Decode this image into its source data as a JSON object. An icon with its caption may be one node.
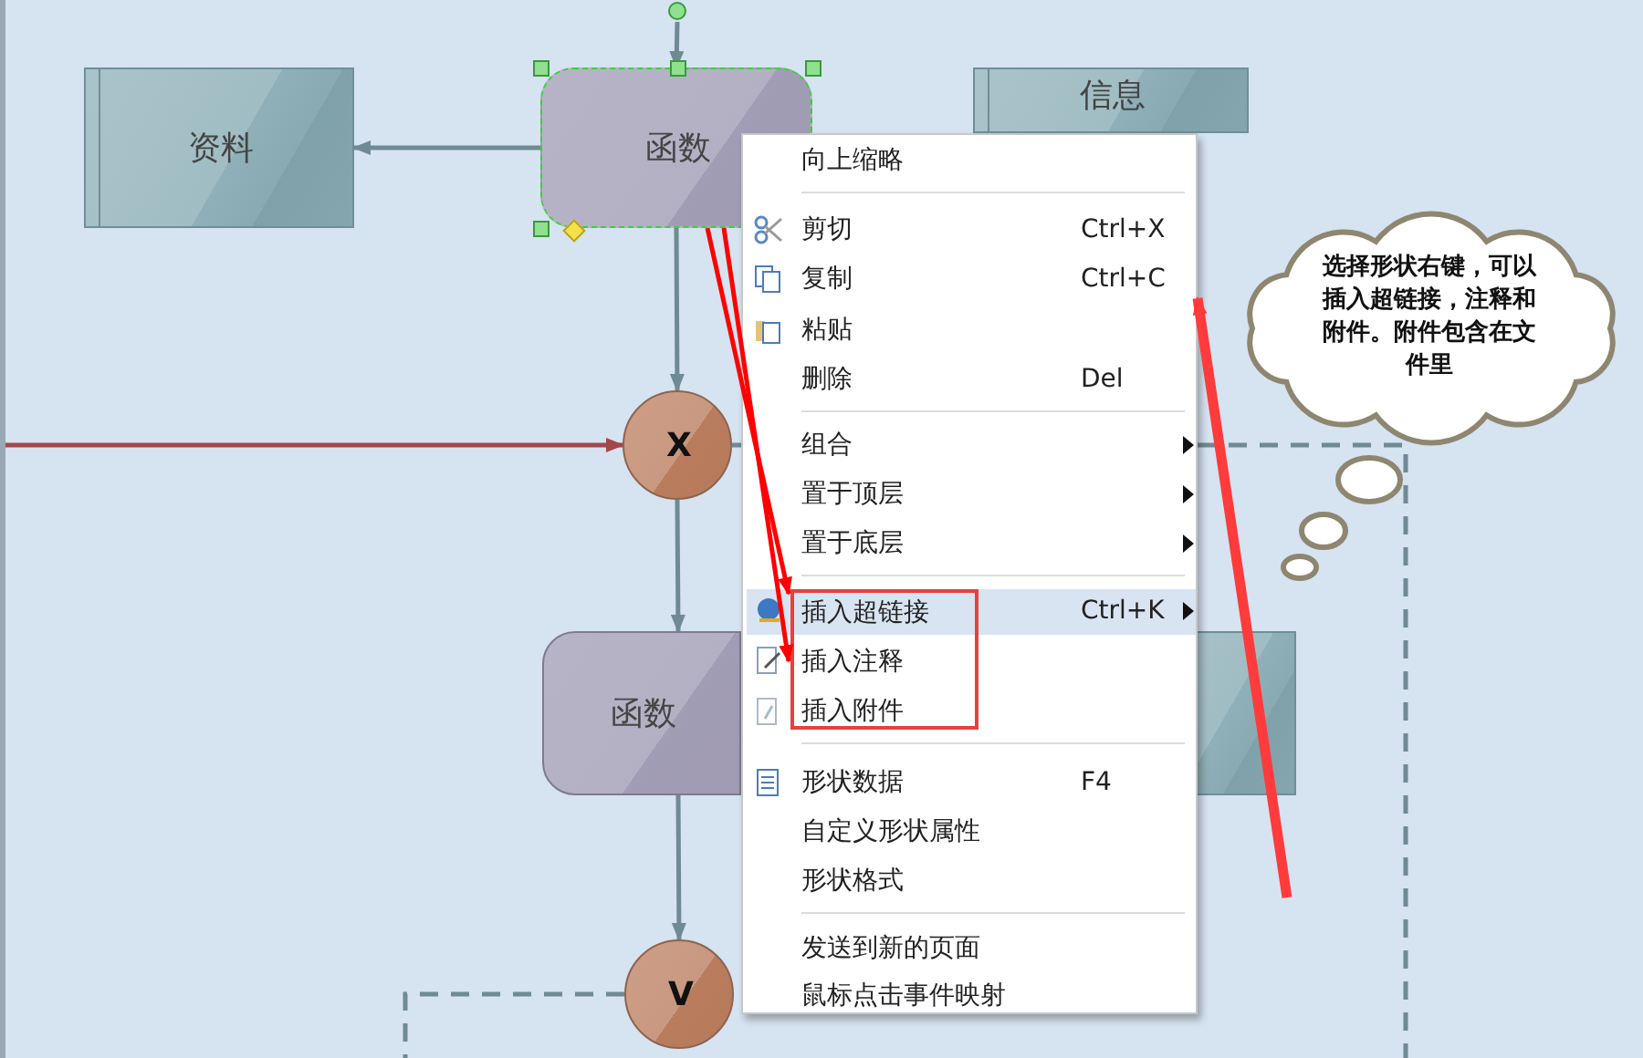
{
  "diagram": {
    "nodes": [
      {
        "text": [
          "资料"
        ]
      },
      {
        "text": [
          "函数"
        ]
      },
      {
        "text": [
          "信息"
        ]
      },
      {
        "text": [
          "向上缩略",
          "剪切",
          "Ctrl+X",
          "复制",
          "Ctrl+C",
          "粘贴",
          "删除",
          "Del",
          "组合",
          "置于顶层",
          "置于底层",
          "Ctrl+K",
          "形状数据",
          "F4",
          "自定义形状属性",
          "形状格式",
          "发送到新的页面",
          "鼠标点击事件映射"
        ]
      },
      {
        "text": [
          "插入超链接",
          "插入注释",
          "插入附件"
        ],
        "in": 3
      },
      {
        "text": [
          "选择形状右键，可以插入超链接，注释和附件。附件包含在文件里"
        ]
      },
      {
        "text": [
          "X"
        ]
      },
      {
        "text": [
          "函数"
        ]
      },
      {
        "text": [],
        "shape": "box"
      },
      {
        "text": [
          "V"
        ]
      }
    ],
    "edges": [
      {
        "from": null,
        "to": 1,
        "arrow": "to"
      },
      {
        "from": 1,
        "to": 0,
        "arrow": "to"
      },
      {
        "from": 1,
        "to": 6,
        "arrow": "to"
      },
      {
        "from": null,
        "to": 6,
        "arrow": "to",
        "color": "#a4474a"
      },
      {
        "from": 6,
        "to": null,
        "arrow": "none",
        "style": "dashed"
      },
      {
        "from": 6,
        "to": 7,
        "arrow": "to"
      },
      {
        "from": 7,
        "to": 9,
        "arrow": "to"
      },
      {
        "from": 9,
        "to": null,
        "arrow": "none",
        "style": "dashed"
      },
      {
        "from": 1,
        "to": 4,
        "arrow": "to",
        "color": "#ff0000"
      },
      {
        "from": 1,
        "to": 4,
        "arrow": "to",
        "color": "#ff0000"
      },
      {
        "from": null,
        "to": 3,
        "arrow": "to",
        "style": "thick",
        "color": "#ff3b3b"
      }
    ]
  }
}
